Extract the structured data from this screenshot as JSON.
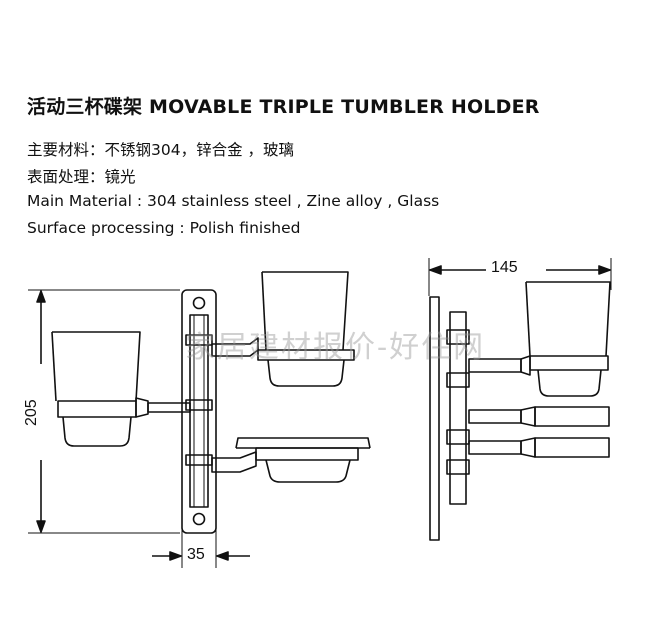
{
  "heading": "活动三杯碟架 MOVABLE TRIPLE TUMBLER HOLDER",
  "specs": {
    "materials_cn": "主要材料：不锈钢304，锌合金 ，玻璃",
    "surface_cn": "表面处理：镜光",
    "materials_en": "Main Material : 304 stainless steel  ,  Zine alloy , Glass",
    "surface_en": "Surface processing : Polish finished"
  },
  "dimensions": {
    "height": "205",
    "depth": "35",
    "width": "145"
  },
  "watermark": "家居建材报价-好住网"
}
